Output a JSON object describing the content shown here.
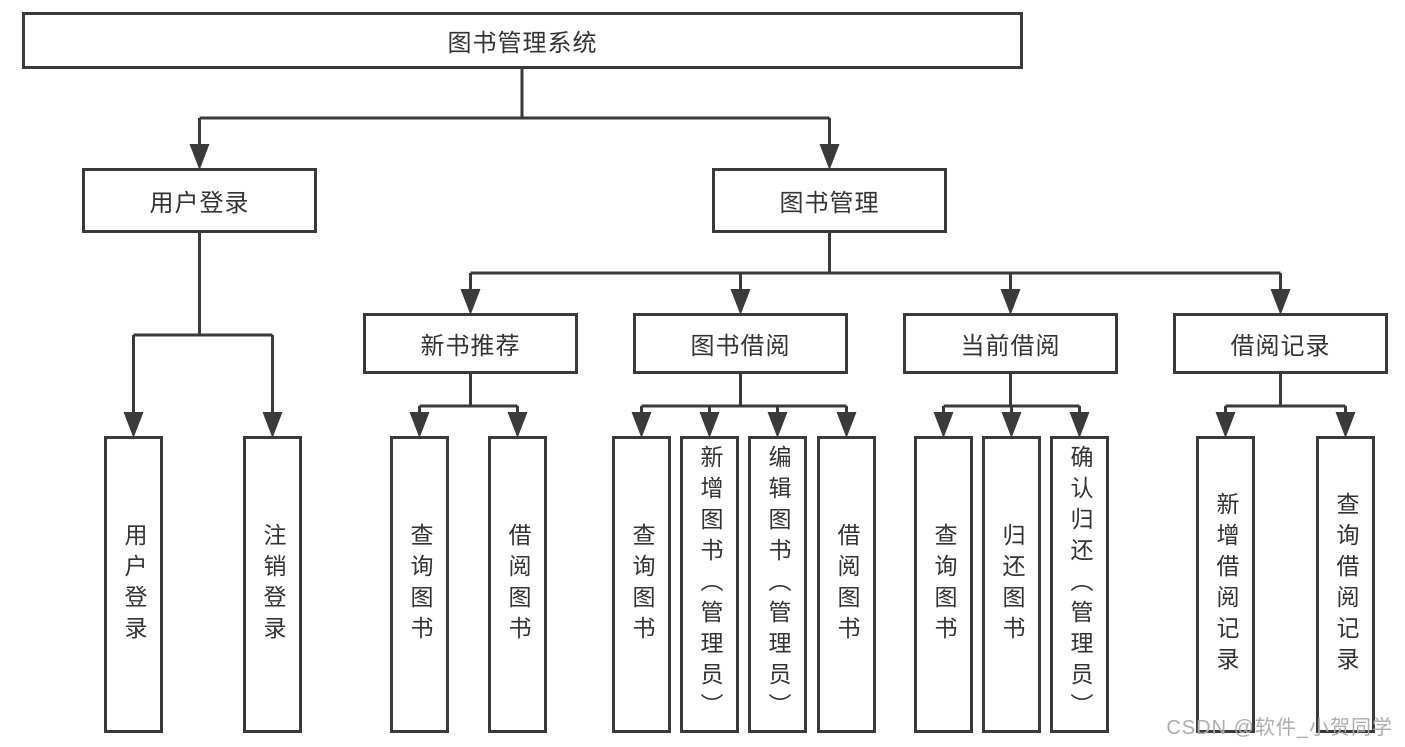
{
  "diagram_type": "hierarchy-tree",
  "nodes": {
    "root": "图书管理系统",
    "user_login": "用户登录",
    "book_mgmt": "图书管理",
    "new_book": "新书推荐",
    "book_borrow": "图书借阅",
    "current_borrow": "当前借阅",
    "borrow_record": "借阅记录",
    "leaf_user_login": "用户登录",
    "leaf_logout": "注销登录",
    "leaf_nb_query": "查询图书",
    "leaf_nb_borrow": "借阅图书",
    "leaf_bb_query": "查询图书",
    "leaf_bb_add": "新增图书（管理员）",
    "leaf_bb_edit": "编辑图书（管理员）",
    "leaf_bb_borrow": "借阅图书",
    "leaf_cb_query": "查询图书",
    "leaf_cb_return": "归还图书",
    "leaf_cb_confirm": "确认归还（管理员）",
    "leaf_br_add": "新增借阅记录",
    "leaf_br_query": "查询借阅记录"
  },
  "hierarchy": {
    "图书管理系统": {
      "用户登录": [
        "用户登录",
        "注销登录"
      ],
      "图书管理": {
        "新书推荐": [
          "查询图书",
          "借阅图书"
        ],
        "图书借阅": [
          "查询图书",
          "新增图书（管理员）",
          "编辑图书（管理员）",
          "借阅图书"
        ],
        "当前借阅": [
          "查询图书",
          "归还图书",
          "确认归还（管理员）"
        ],
        "借阅记录": [
          "新增借阅记录",
          "查询借阅记录"
        ]
      }
    }
  },
  "watermark": "CSDN @软件_小贺同学",
  "colors": {
    "line": "#3a3a3a",
    "box_border": "#3a3a3a",
    "box_background": "#ffffff",
    "text": "#333333",
    "watermark": "#adadad",
    "page_background": "#ffffff"
  }
}
